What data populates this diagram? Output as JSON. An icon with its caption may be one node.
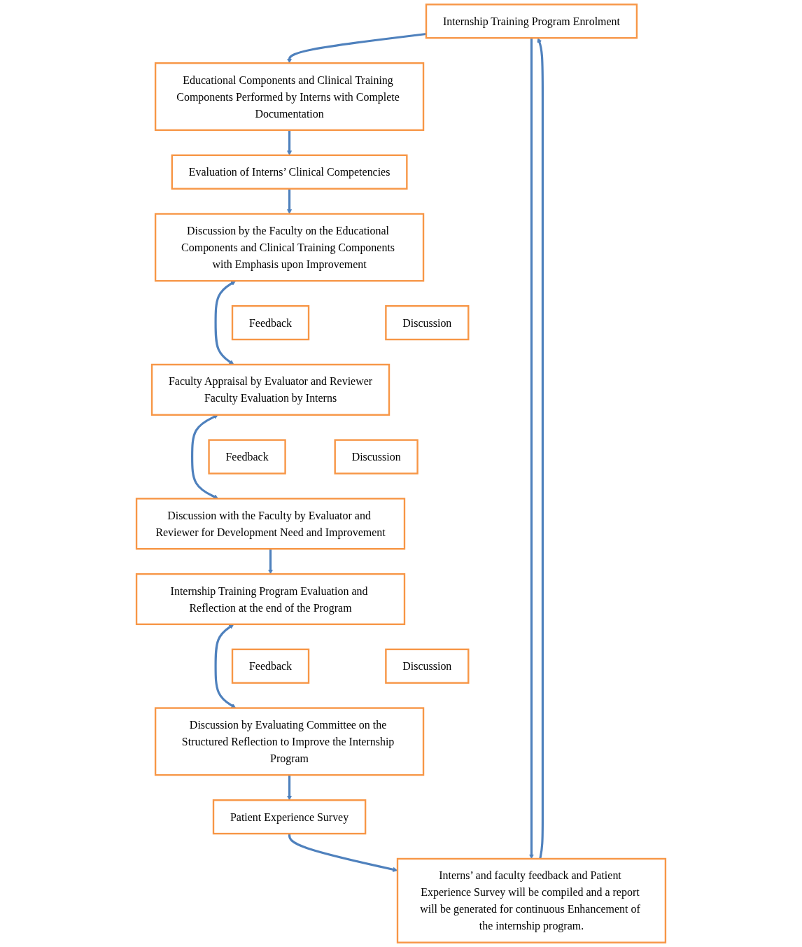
{
  "diagram": {
    "nodes": [
      {
        "text": [
          "Internship Training Program Enrolment"
        ]
      },
      {
        "text": [
          "Educational Components and Clinical Training Components Performed by Interns with Complete Documentation"
        ]
      },
      {
        "text": [
          "Evaluation of Interns’ Clinical Competencies"
        ]
      },
      {
        "text": [
          "Discussion by the Faculty on the Educational Components and Clinical Training Components with Emphasis upon Improvement"
        ]
      },
      {
        "text": [
          "Feedback"
        ]
      },
      {
        "text": [
          "Discussion"
        ]
      },
      {
        "text": [
          "Faculty Appraisal by Evaluator and Reviewer",
          "Faculty Evaluation by Interns"
        ]
      },
      {
        "text": [
          "Feedback"
        ]
      },
      {
        "text": [
          "Discussion"
        ]
      },
      {
        "text": [
          "Discussion with the Faculty by Evaluator and Reviewer for Development Need and Improvement"
        ]
      },
      {
        "text": [
          "Internship Training Program Evaluation and Reflection at the end of the Program"
        ]
      },
      {
        "text": [
          "Feedback"
        ]
      },
      {
        "text": [
          "Discussion"
        ]
      },
      {
        "text": [
          "Discussion by Evaluating Committee on the Structured Reflection to Improve the Internship Program"
        ]
      },
      {
        "text": [
          "Patient Experience Survey"
        ]
      },
      {
        "text": [
          "Interns’ and faculty feedback and Patient Experience Survey will be compiled and a report will be generated for continuous Enhancement of the internship program."
        ]
      }
    ],
    "edges": [
      {
        "from": 0,
        "to": 1,
        "arrow": "to"
      },
      {
        "from": 1,
        "to": 2,
        "arrow": "to"
      },
      {
        "from": 2,
        "to": 3,
        "arrow": "to"
      },
      {
        "from": 3,
        "to": 6,
        "arrow": "both"
      },
      {
        "from": 6,
        "to": 9,
        "arrow": "both"
      },
      {
        "from": 9,
        "to": 10,
        "arrow": "to"
      },
      {
        "from": 10,
        "to": 13,
        "arrow": "both"
      },
      {
        "from": 13,
        "to": 14,
        "arrow": "to"
      },
      {
        "from": 14,
        "to": 15,
        "arrow": "to"
      },
      {
        "from": 0,
        "to": 15,
        "arrow": "to"
      },
      {
        "from": 15,
        "to": 0,
        "arrow": "to"
      }
    ]
  }
}
